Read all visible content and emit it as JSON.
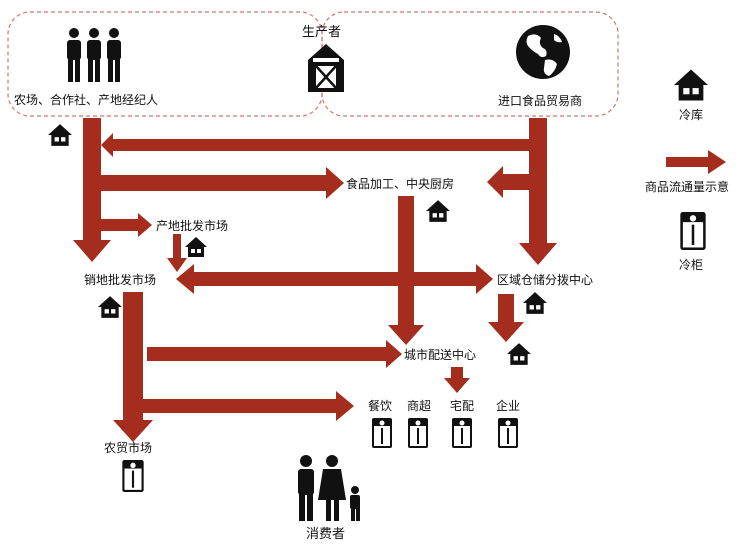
{
  "labels": {
    "producer": "生产者",
    "farms": "农场、合作社、产地经纪人",
    "importer": "进口食品贸易商",
    "food_processing": "食品加工、中央厨房",
    "origin_wholesale": "产地批发市场",
    "sales_wholesale": "销地批发市场",
    "regional_dc": "区域仓储分拨中心",
    "city_distribution": "城市配送中心",
    "catering": "餐饮",
    "supermarket": "商超",
    "home_delivery": "宅配",
    "enterprise": "企业",
    "farmers_market": "农贸市场",
    "consumer": "消费者"
  },
  "legend": {
    "cold_storage": "冷库",
    "flow": "商品流通量示意",
    "freezer": "冷柜"
  },
  "icons": [
    "people-icon",
    "barn-icon",
    "globe-icon",
    "house-icon",
    "freezer-icon",
    "family-icon",
    "arrow-icon"
  ],
  "colors": {
    "arrow": "#a52d1d",
    "icon": "#111111",
    "dashed_border": "#c97a6a"
  }
}
